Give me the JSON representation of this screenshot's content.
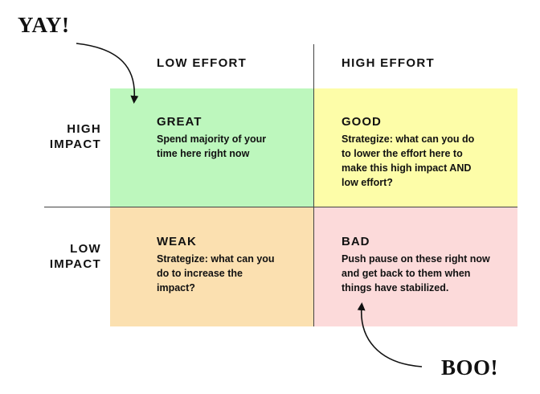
{
  "callouts": {
    "top_left": "YAY!",
    "bottom_right": "BOO!"
  },
  "columns": {
    "low": "LOW EFFORT",
    "high": "HIGH EFFORT"
  },
  "rows": {
    "high": [
      "HIGH",
      "IMPACT"
    ],
    "low": [
      "LOW",
      "IMPACT"
    ]
  },
  "quadrants": {
    "great": {
      "title": "GREAT",
      "desc": "Spend majority of your time here right now",
      "color": "#bdf7bd"
    },
    "good": {
      "title": "GOOD",
      "desc": "Strategize: what can you do to lower the effort here to make this high impact AND low effort?",
      "color": "#fdfda8"
    },
    "weak": {
      "title": "WEAK",
      "desc": "Strategize: what can you do to increase the impact?",
      "color": "#fbe0b0"
    },
    "bad": {
      "title": "BAD",
      "desc": "Push pause on these right now and get back to them when things have stabilized.",
      "color": "#fcdada"
    }
  }
}
